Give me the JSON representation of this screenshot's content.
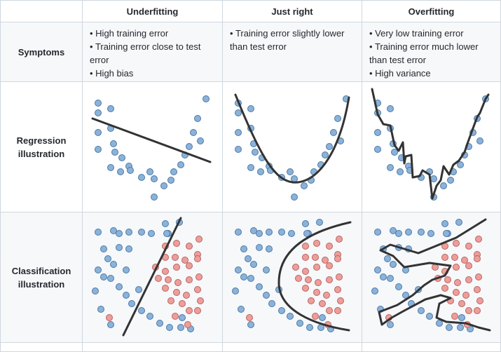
{
  "columns": [
    "Underfitting",
    "Just right",
    "Overfitting"
  ],
  "rows": {
    "symptoms": {
      "label": "Symptoms",
      "items": [
        [
          "High training error",
          "Training error close to test error",
          "High bias"
        ],
        [
          "Training error slightly lower than test error"
        ],
        [
          "Very low training error",
          "Training error much lower than test error",
          "High variance"
        ]
      ]
    },
    "regression": {
      "label": "Regression illustration"
    },
    "classification": {
      "label": "Classification illustration"
    }
  },
  "colors": {
    "class_a": "#8bb2d8",
    "class_b": "#ee9e9a",
    "fit_line": "#333333",
    "border": "#d0d7de",
    "shade": "#f6f8fa"
  }
}
